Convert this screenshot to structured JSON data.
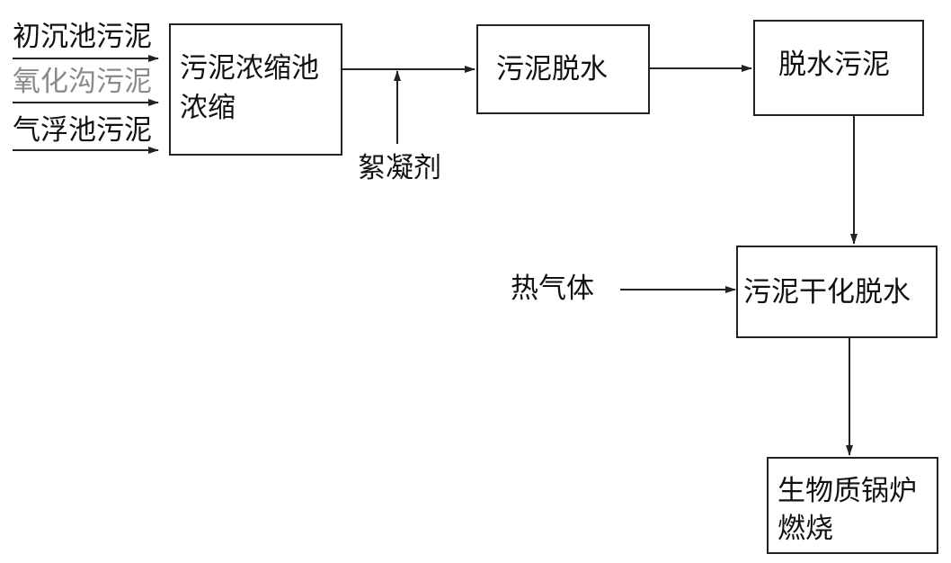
{
  "inputs": {
    "primary_sludge": "初沉池污泥",
    "oxidation_ditch_sludge": "氧化沟污泥",
    "flotation_sludge": "气浮池污泥"
  },
  "nodes": {
    "thickening": {
      "line1": "污泥浓缩池",
      "line2": "浓缩"
    },
    "dewatering": "污泥脱水",
    "dewatered_sludge": "脱水污泥",
    "drying": "污泥干化脱水",
    "boiler": {
      "line1": "生物质锅炉",
      "line2": "燃烧"
    }
  },
  "side_inputs": {
    "flocculant": "絮凝剂",
    "hot_gas": "热气体"
  }
}
